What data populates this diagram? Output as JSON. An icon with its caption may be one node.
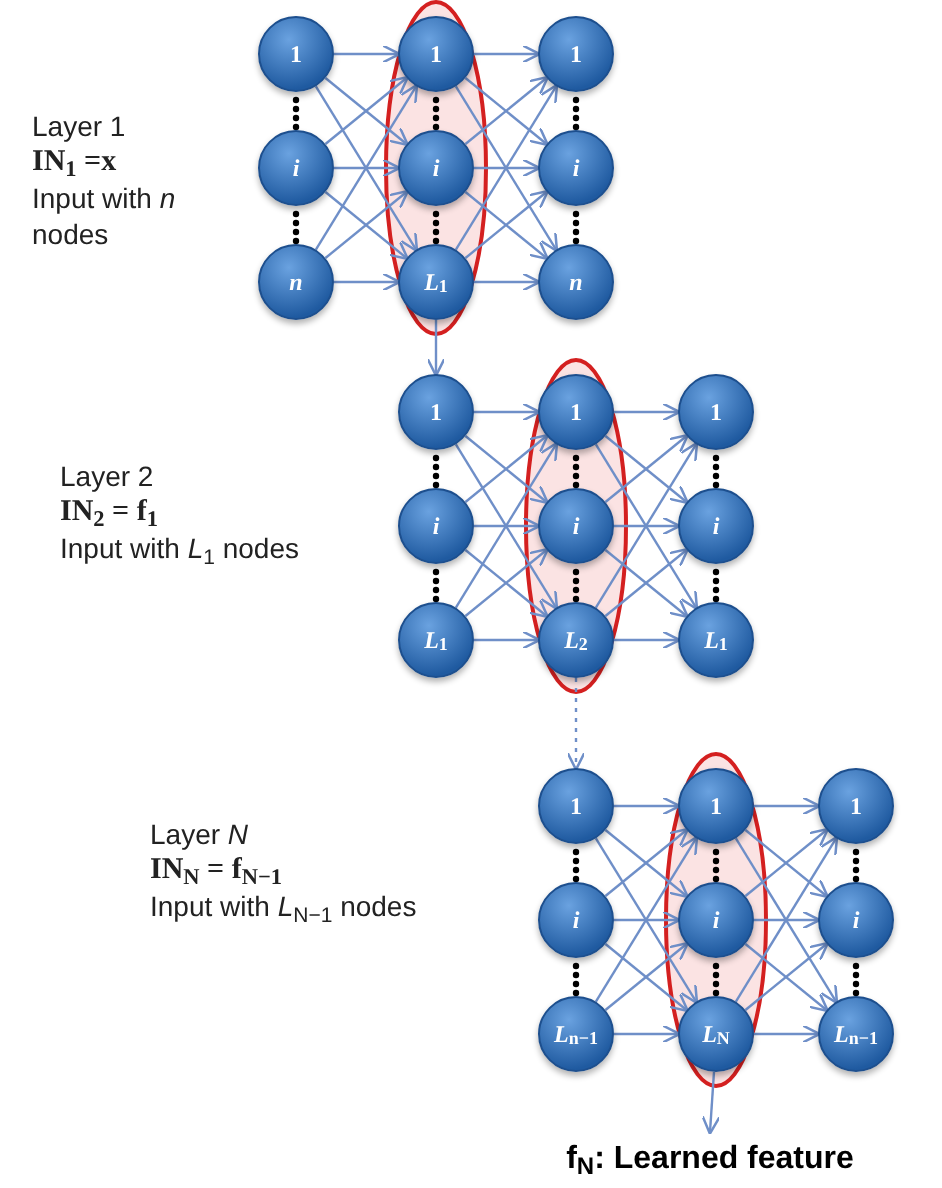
{
  "diagram": {
    "nodes": [
      {
        "text": [
          "1"
        ]
      },
      {
        "text": [
          "1"
        ]
      },
      {
        "text": [
          "1"
        ]
      },
      {
        "text": [
          "*i*"
        ]
      },
      {
        "text": [
          "*i*"
        ]
      },
      {
        "text": [
          "*i*"
        ]
      },
      {
        "text": [
          "*n*"
        ]
      },
      {
        "text": [
          "*L*$_{1}$"
        ]
      },
      {
        "text": [
          "*n*"
        ]
      },
      {
        "text": [
          "1"
        ]
      },
      {
        "text": [
          "1"
        ]
      },
      {
        "text": [
          "1"
        ]
      },
      {
        "text": [
          "*i*"
        ]
      },
      {
        "text": [
          "*i*"
        ]
      },
      {
        "text": [
          "*i*"
        ]
      },
      {
        "text": [
          "*L*$_{1}$"
        ]
      },
      {
        "text": [
          "*L*$_{2}$"
        ]
      },
      {
        "text": [
          "*L*$_{1}$"
        ]
      },
      {
        "text": [
          "1"
        ]
      },
      {
        "text": [
          "1"
        ]
      },
      {
        "text": [
          "1"
        ]
      },
      {
        "text": [
          "*i*"
        ]
      },
      {
        "text": [
          "*i*"
        ]
      },
      {
        "text": [
          "*i*"
        ]
      },
      {
        "text": [
          "*L*$_{n−1}$"
        ]
      },
      {
        "text": [
          "*L*$_{N}$"
        ]
      },
      {
        "text": [
          "*L*$_{n−1}$"
        ]
      },
      {
        "text": [
          "f$_{N}$: Learned feature"
        ]
      }
    ],
    "edges": [
      {
        "from": 0,
        "to": 1,
        "arrow": "to"
      },
      {
        "from": 0,
        "to": 4,
        "arrow": "to"
      },
      {
        "from": 0,
        "to": 7,
        "arrow": "to"
      },
      {
        "from": 3,
        "to": 1,
        "arrow": "to"
      },
      {
        "from": 3,
        "to": 4,
        "arrow": "to"
      },
      {
        "from": 3,
        "to": 7,
        "arrow": "to"
      },
      {
        "from": 6,
        "to": 1,
        "arrow": "to"
      },
      {
        "from": 6,
        "to": 4,
        "arrow": "to"
      },
      {
        "from": 6,
        "to": 7,
        "arrow": "to"
      },
      {
        "from": 1,
        "to": 2,
        "arrow": "to"
      },
      {
        "from": 1,
        "to": 5,
        "arrow": "to"
      },
      {
        "from": 1,
        "to": 8,
        "arrow": "to"
      },
      {
        "from": 4,
        "to": 2,
        "arrow": "to"
      },
      {
        "from": 4,
        "to": 5,
        "arrow": "to"
      },
      {
        "from": 4,
        "to": 8,
        "arrow": "to"
      },
      {
        "from": 7,
        "to": 2,
        "arrow": "to"
      },
      {
        "from": 7,
        "to": 5,
        "arrow": "to"
      },
      {
        "from": 7,
        "to": 8,
        "arrow": "to"
      },
      {
        "from": 7,
        "to": 9,
        "arrow": "to"
      },
      {
        "from": 9,
        "to": 10,
        "arrow": "to"
      },
      {
        "from": 9,
        "to": 13,
        "arrow": "to"
      },
      {
        "from": 9,
        "to": 16,
        "arrow": "to"
      },
      {
        "from": 12,
        "to": 10,
        "arrow": "to"
      },
      {
        "from": 12,
        "to": 13,
        "arrow": "to"
      },
      {
        "from": 12,
        "to": 16,
        "arrow": "to"
      },
      {
        "from": 15,
        "to": 10,
        "arrow": "to"
      },
      {
        "from": 15,
        "to": 13,
        "arrow": "to"
      },
      {
        "from": 15,
        "to": 16,
        "arrow": "to"
      },
      {
        "from": 10,
        "to": 11,
        "arrow": "to"
      },
      {
        "from": 10,
        "to": 14,
        "arrow": "to"
      },
      {
        "from": 10,
        "to": 17,
        "arrow": "to"
      },
      {
        "from": 13,
        "to": 11,
        "arrow": "to"
      },
      {
        "from": 13,
        "to": 14,
        "arrow": "to"
      },
      {
        "from": 13,
        "to": 17,
        "arrow": "to"
      },
      {
        "from": 16,
        "to": 11,
        "arrow": "to"
      },
      {
        "from": 16,
        "to": 14,
        "arrow": "to"
      },
      {
        "from": 16,
        "to": 17,
        "arrow": "to"
      },
      {
        "from": 16,
        "to": 18,
        "arrow": "to",
        "style": "dashed"
      },
      {
        "from": 18,
        "to": 19,
        "arrow": "to"
      },
      {
        "from": 18,
        "to": 22,
        "arrow": "to"
      },
      {
        "from": 18,
        "to": 25,
        "arrow": "to"
      },
      {
        "from": 21,
        "to": 19,
        "arrow": "to"
      },
      {
        "from": 21,
        "to": 22,
        "arrow": "to"
      },
      {
        "from": 21,
        "to": 25,
        "arrow": "to"
      },
      {
        "from": 24,
        "to": 19,
        "arrow": "to"
      },
      {
        "from": 24,
        "to": 22,
        "arrow": "to"
      },
      {
        "from": 24,
        "to": 25,
        "arrow": "to"
      },
      {
        "from": 19,
        "to": 20,
        "arrow": "to"
      },
      {
        "from": 19,
        "to": 23,
        "arrow": "to"
      },
      {
        "from": 19,
        "to": 26,
        "arrow": "to"
      },
      {
        "from": 22,
        "to": 20,
        "arrow": "to"
      },
      {
        "from": 22,
        "to": 23,
        "arrow": "to"
      },
      {
        "from": 22,
        "to": 26,
        "arrow": "to"
      },
      {
        "from": 25,
        "to": 20,
        "arrow": "to"
      },
      {
        "from": 25,
        "to": 23,
        "arrow": "to"
      },
      {
        "from": 25,
        "to": 26,
        "arrow": "to"
      },
      {
        "from": 25,
        "to": 27,
        "arrow": "to"
      }
    ],
    "labels": [
      "Layer 1",
      "IN$_{1}$ =x",
      "Input with *n* nodes",
      "Layer 2",
      "IN$_{2}$ = f$_{1}$",
      "Input with *L*$_{1}$ nodes",
      "Layer *N*",
      "IN$_{N}$ = f$_{N−1}$",
      "Input with *L*$_{N−1}$ nodes"
    ]
  }
}
